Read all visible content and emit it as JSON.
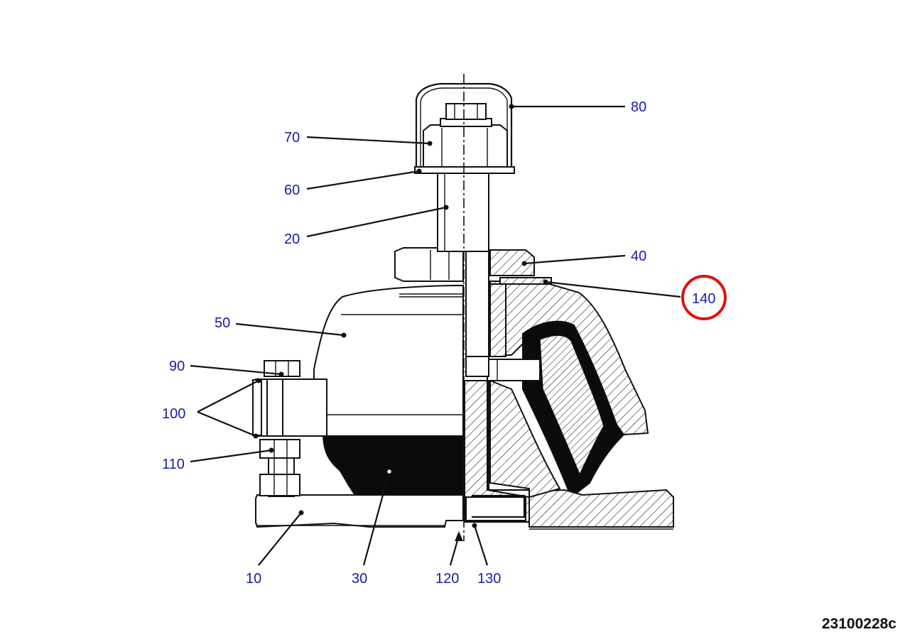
{
  "callouts": {
    "c10": "10",
    "c20": "20",
    "c30": "30",
    "c40": "40",
    "c50": "50",
    "c60": "60",
    "c70": "70",
    "c80": "80",
    "c90": "90",
    "c100": "100",
    "c110": "110",
    "c120": "120",
    "c130": "130",
    "c140": "140"
  },
  "drawing_number": "23100228c",
  "highlight": {
    "callout": "140",
    "color": "#e01010"
  },
  "colors": {
    "callout_text": "#1a1aa8",
    "line": "#111111"
  }
}
